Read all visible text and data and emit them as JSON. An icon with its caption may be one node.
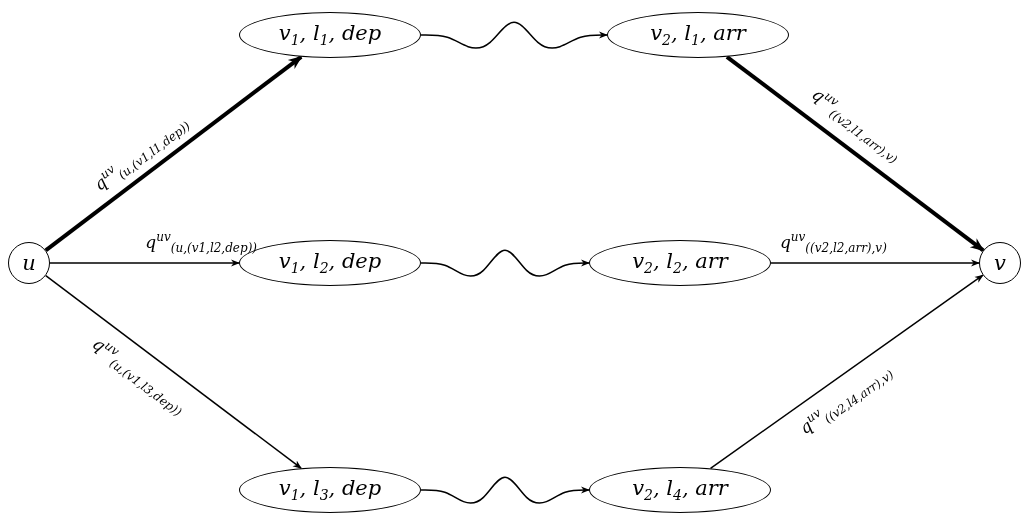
{
  "diagram": {
    "nodes": [
      {
        "text": [
          "u"
        ]
      },
      {
        "text": [
          "v$_{1}$, l$_{1}$, dep"
        ]
      },
      {
        "text": [
          "v$_{2}$, l$_{1}$, arr"
        ]
      },
      {
        "text": [
          "v$_{1}$, l$_{2}$, dep"
        ]
      },
      {
        "text": [
          "v$_{2}$, l$_{2}$, arr"
        ]
      },
      {
        "text": [
          "v$_{1}$, l$_{3}$, dep"
        ]
      },
      {
        "text": [
          "v$_{2}$, l$_{4}$, arr"
        ]
      },
      {
        "text": [
          "v"
        ]
      }
    ],
    "edges": [
      {
        "from": 0,
        "to": 1,
        "arrow": "to",
        "style": "thick",
        "label": "q$^{uv}$$_{(u,(v1,l1,dep))}$"
      },
      {
        "from": 0,
        "to": 3,
        "arrow": "to",
        "label": "q$^{uv}$$_{(u,(v1,l2,dep))}$"
      },
      {
        "from": 0,
        "to": 5,
        "arrow": "to",
        "label": "q$^{uv}$$_{(u,(v1,l3,dep))}$"
      },
      {
        "from": 1,
        "to": 2,
        "arrow": "to"
      },
      {
        "from": 3,
        "to": 4,
        "arrow": "to"
      },
      {
        "from": 5,
        "to": 6,
        "arrow": "to"
      },
      {
        "from": 2,
        "to": 7,
        "arrow": "to",
        "style": "thick",
        "label": "q$^{uv}$$_{((v2,l1,arr),v)}$"
      },
      {
        "from": 4,
        "to": 7,
        "arrow": "to",
        "label": "q$^{uv}$$_{((v2,l2,arr),v)}$"
      },
      {
        "from": 6,
        "to": 7,
        "arrow": "to",
        "label": "q$^{uv}$$_{((v2,l4,arr),v)}$"
      }
    ]
  }
}
